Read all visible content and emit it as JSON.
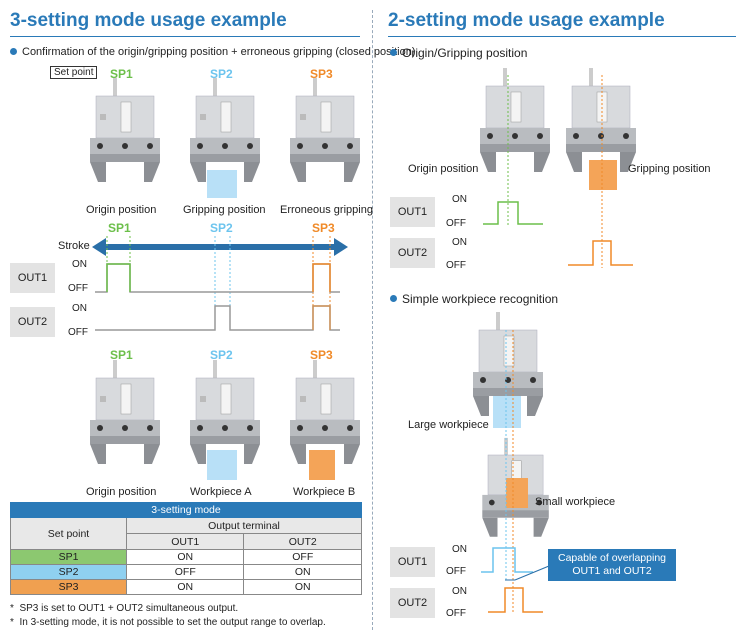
{
  "left": {
    "title": "3-setting mode usage example",
    "subtitle": "Confirmation of the origin/gripping position + erroneous gripping (closed position)",
    "set_point_label": "Set point",
    "sp_labels": [
      "SP1",
      "SP2",
      "SP3"
    ],
    "top_captions": [
      "Origin position",
      "Gripping position",
      "Erroneous gripping"
    ],
    "stroke_label": "Stroke",
    "out1_label": "OUT1",
    "out2_label": "OUT2",
    "on_label": "ON",
    "off_label": "OFF",
    "bottom_captions": [
      "Origin position",
      "Workpiece A",
      "Workpiece B"
    ]
  },
  "table": {
    "title": "3-setting mode",
    "set_point_header": "Set point",
    "output_terminal_header": "Output terminal",
    "col_out1": "OUT1",
    "col_out2": "OUT2",
    "rows": [
      {
        "sp": "SP1",
        "out1": "ON",
        "out2": "OFF",
        "color": "#8cc870"
      },
      {
        "sp": "SP2",
        "out1": "OFF",
        "out2": "ON",
        "color": "#8fd0f0"
      },
      {
        "sp": "SP3",
        "out1": "ON",
        "out2": "ON",
        "color": "#f0a050"
      }
    ]
  },
  "notes": [
    "SP3 is set to OUT1 + OUT2 simultaneous output.",
    "In 3-setting mode, it is not possible to set the output range to overlap."
  ],
  "right": {
    "title": "2-setting mode usage example",
    "section1": "Origin/Gripping position",
    "origin_label": "Origin position",
    "gripping_label": "Gripping position",
    "out1_label": "OUT1",
    "out2_label": "OUT2",
    "on_label": "ON",
    "off_label": "OFF",
    "section2": "Simple workpiece recognition",
    "large_label": "Large workpiece",
    "small_label": "Small workpiece",
    "callout": "Capable of overlapping OUT1 and OUT2"
  },
  "colors": {
    "blue_title": "#2a7ab8",
    "sp1": "#6cbf4a",
    "sp2": "#6cc4ee",
    "sp3": "#f08a28",
    "workpiece_blue": "#b8e0f7",
    "workpiece_orange": "#f4a458"
  }
}
